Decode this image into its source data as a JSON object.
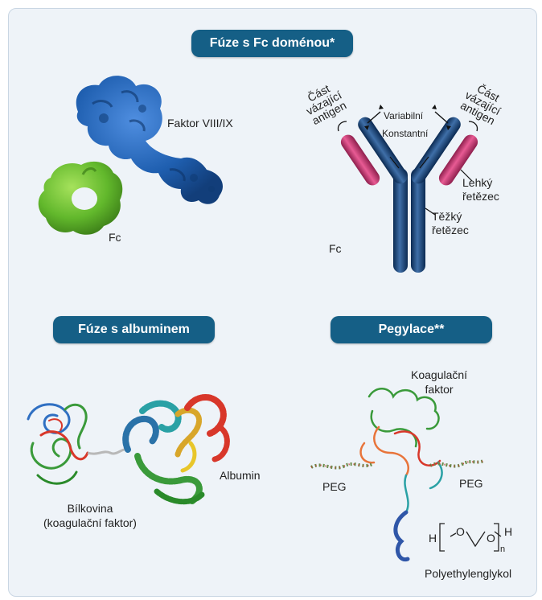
{
  "titles": {
    "fc_fusion": "Fúze s Fc doménou*",
    "albumin_fusion": "Fúze s albuminem",
    "pegylation": "Pegylace**"
  },
  "fc_section": {
    "factor_label": "Faktor VIII/IX",
    "fc_label": "Fc",
    "antibody": {
      "antigen_binding_left": [
        "Část",
        "vázající",
        "antigen"
      ],
      "antigen_binding_right": [
        "Část",
        "vázající",
        "antigen"
      ],
      "variable": "Variabilní",
      "constant": "Konstantní",
      "light_chain": [
        "Lehký",
        "řetězec"
      ],
      "heavy_chain": [
        "Těžký",
        "řetězec"
      ],
      "fc_label": "Fc"
    }
  },
  "albumin_section": {
    "protein_label": [
      "Bílkovina",
      "(koagulační faktor)"
    ],
    "albumin_label": "Albumin"
  },
  "peg_section": {
    "factor_label": [
      "Koagulační",
      "faktor"
    ],
    "peg_left": "PEG",
    "peg_right": "PEG",
    "formula": {
      "h_left": "H",
      "o_left": "O",
      "o_right": "O",
      "h_right": "H",
      "subscript": "n"
    },
    "polymer_label": "Polyethylenglykol"
  },
  "colors": {
    "pill": "#155f86",
    "panel_bg": "#eef3f8",
    "factor_blue": "#1f5fb0",
    "fc_green": "#62b82c",
    "antibody_navy": "#14386a",
    "antibody_pink": "#c8336f",
    "ribbon_red": "#d8372a",
    "ribbon_green": "#3a9a3a",
    "ribbon_teal": "#2aa1a5",
    "ribbon_orange": "#e8743a"
  }
}
